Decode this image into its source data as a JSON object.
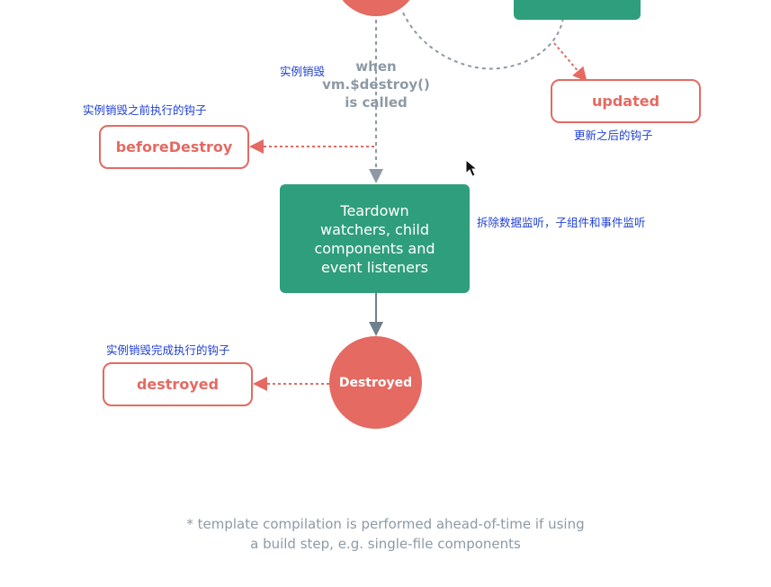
{
  "diagram": {
    "top_circle_label": "",
    "top_box_label": "",
    "trigger": {
      "line1": "when",
      "line2": "vm.$destroy()",
      "line3": "is called"
    },
    "teardown": {
      "line1": "Teardown",
      "line2": "watchers, child",
      "line3": "components and",
      "line4": "event listeners"
    },
    "destroyed_circle": "Destroyed",
    "hooks": {
      "updated": "updated",
      "before_destroy": "beforeDestroy",
      "destroyed": "destroyed"
    },
    "notes": {
      "instance_destroy": "实例销毁",
      "before_destroy": "实例销毁之前执行的钩子",
      "updated": "更新之后的钩子",
      "teardown": "拆除数据监听，子组件和事件监听",
      "destroyed": "实例销毁完成执行的钩子"
    },
    "footer": {
      "line1": "* template compilation is performed ahead-of-time if using",
      "line2": "a build step, e.g. single-file components"
    },
    "colors": {
      "hook_red": "#e46a62",
      "green": "#2f9e7c",
      "gray": "#8d9aa6",
      "note_blue": "#1f3fd6"
    },
    "icons": [
      "mouse-cursor-icon"
    ]
  }
}
